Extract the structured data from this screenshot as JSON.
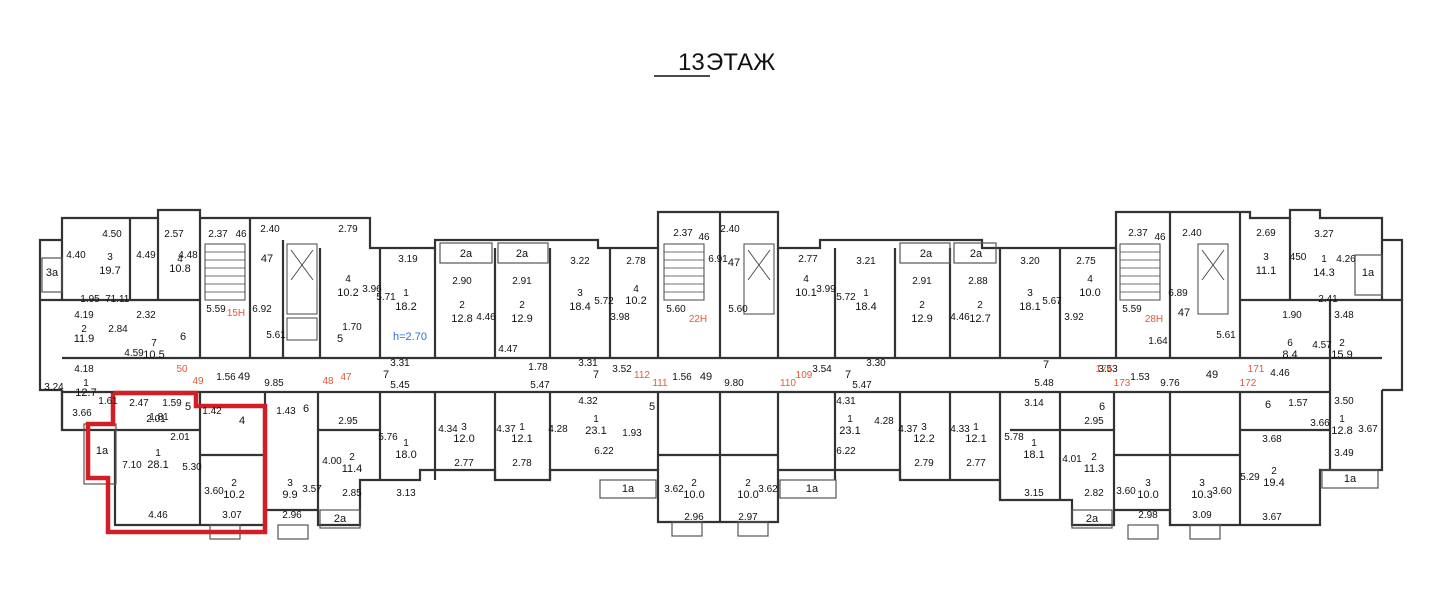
{
  "floor": {
    "number": "13",
    "suffix": " ЭТАЖ"
  },
  "highlight_color": "#d21f26",
  "labels": {
    "l_450a": "4.50",
    "l_257a": "2.57",
    "l_237a": "2.37",
    "l_46a": "46",
    "l_240a": "2.40",
    "l_440": "4.40",
    "l_3a": "3а",
    "l_19_7": "19.7",
    "l_3_r1": "3",
    "l_4_r1": "4",
    "l_10_8": "10.8",
    "l_449": "4.49",
    "l_448": "4.48",
    "l_559a": "5.59",
    "l_15n": "15Н",
    "l_692": "6.92",
    "l_47a": "47",
    "l_561a": "5.61",
    "l_195": "1.95",
    "l_711": "7",
    "l_111": "1.11",
    "l_279a": "2.79",
    "l_319a": "3.19",
    "l_2a_1": "2а",
    "l_2a_2": "2а",
    "l_102a": "10.2",
    "l_4a": "4",
    "l_396": "3.96",
    "l_571": "5.71",
    "l_1_18_2": "1",
    "l_18_2": "18.2",
    "l_h": "h=2.70",
    "l_290": "2.90",
    "l_291": "2.91",
    "l_322": "3.22",
    "l_278a": "2.78",
    "l_128": "12.8",
    "l_2_128": "2",
    "l_446a": "4.46",
    "l_129a": "12.9",
    "l_2_129a": "2",
    "l_184a": "18.4",
    "l_3_184a": "3",
    "l_572a": "5.72",
    "l_102b": "10.2",
    "l_4_102b": "4",
    "l_398": "3.98",
    "l_419": "4.19",
    "l_2_119": "2",
    "l_119": "11.9",
    "l_284": "2.84",
    "l_232": "2.32",
    "l_7_105": "7",
    "l_105": "10.5",
    "l_459": "4.59",
    "l_6a": "6",
    "l_5a": "5",
    "l_170a": "1.70",
    "l_331a": "3.31",
    "l_447": "4.47",
    "l_178a": "1.78",
    "l_547a": "5.47",
    "l_7a": "7",
    "l_352": "3.52",
    "l_331b": "3.31",
    "l_418": "4.18",
    "l_1_127": "1",
    "l_127": "12.7",
    "l_324": "3.24",
    "l_161": "1.61",
    "l_366a": "3.66",
    "l_50": "50",
    "l_49a": "49",
    "l_156a": "1.56",
    "l_49b": "49",
    "l_985": "9.85",
    "l_48": "48",
    "l_47b": "47",
    "l_7b": "7",
    "l_545": "5.45",
    "l_112": "112",
    "l_111r": "111",
    "l_247": "2.47",
    "l_181": "1.81",
    "l_5b": "5",
    "l_159a": "1.59",
    "l_142a": "1.42",
    "l_201a": "2.01",
    "l_201b": "2.01",
    "l_1a_l": "1а",
    "l_710": "7.10",
    "l_1_281": "1",
    "l_281": "28.1",
    "l_530": "5.30",
    "l_360a": "3.60",
    "l_2_102": "2",
    "l_102c": "10.2",
    "l_446b": "4.46",
    "l_307": "3.07",
    "l_4b": "4",
    "l_143a": "1.43",
    "l_6b": "6",
    "l_295a": "2.95",
    "l_576": "5.76",
    "l_1_180": "1",
    "l_180": "18.0",
    "l_434": "4.34",
    "l_3_120": "3",
    "l_120": "12.0",
    "l_437a": "4.37",
    "l_1_121": "1",
    "l_121a": "12.1",
    "l_428a": "4.28",
    "l_432": "4.32",
    "l_1_231a": "1",
    "l_231a": "23.1",
    "l_400": "4.00",
    "l_2_114": "2",
    "l_114": "11.4",
    "l_3_99": "3",
    "l_99": "9.9",
    "l_357": "3.57",
    "l_285": "2.85",
    "l_313": "3.13",
    "l_277a": "2.77",
    "l_278b": "2.78",
    "l_622a": "6.22",
    "l_296a": "2.96",
    "l_2a_b1": "2а",
    "l_1a_b1": "1а",
    "l_193": "1.93",
    "l_5c": "5",
    "l_237b": "2.37",
    "l_46b": "46",
    "l_240b": "2.40",
    "l_691": "6.91",
    "l_47c": "47",
    "l_277b": "2.77",
    "l_321": "3.21",
    "l_2a_3": "2а",
    "l_2a_4": "2а",
    "l_560a": "5.60",
    "l_22n": "22Н",
    "l_560b": "5.60",
    "l_101": "10.1",
    "l_4_101": "4",
    "l_399": "3.99",
    "l_572b": "5.72",
    "l_184b": "18.4",
    "l_1_184b": "1",
    "l_291b": "2.91",
    "l_2_129b": "2",
    "l_129b": "12.9",
    "l_446c": "4.46",
    "l_288": "2.88",
    "l_2_127b": "2",
    "l_127b": "12.7",
    "l_156b": "1.56",
    "l_49c": "49",
    "l_980": "9.80",
    "l_110": "110",
    "l_109": "109",
    "l_354": "3.54",
    "l_7c": "7",
    "l_330": "3.30",
    "l_547b": "5.47",
    "l_431": "4.31",
    "l_1_231b": "1",
    "l_231b": "23.1",
    "l_428b": "4.28",
    "l_622b": "6.22",
    "l_437b": "4.37",
    "l_3_122": "3",
    "l_122": "12.2",
    "l_433": "4.33",
    "l_1_121b": "1",
    "l_121b": "12.1",
    "l_279b": "2.79",
    "l_277c": "2.77",
    "l_362a": "3.62",
    "l_2_100a": "2",
    "l_100a": "10.0",
    "l_362b": "3.62",
    "l_2_100b": "2",
    "l_100b": "10.0",
    "l_296b": "2.96",
    "l_297": "2.97",
    "l_1a_b2": "1а",
    "l_1a_b3": "1а",
    "l_320": "3.20",
    "l_275": "2.75",
    "l_3_181": "3",
    "l_181b": "18.1",
    "l_567": "5.67",
    "l_4_100": "4",
    "l_100c": "10.0",
    "l_392": "3.92",
    "l_237c": "2.37",
    "l_46c": "46",
    "l_240c": "2.40",
    "l_559b": "5.59",
    "l_689": "6.89",
    "l_47d": "47",
    "l_28n": "28Н",
    "l_561b": "5.61",
    "l_269": "2.69",
    "l_327": "3.27",
    "l_3_111": "3",
    "l_111b": "11.1",
    "l_450b": "450",
    "l_1_143": "1",
    "l_143": "14.3",
    "l_426": "4.26",
    "l_1a_r": "1а",
    "l_241": "2.41",
    "l_190": "1.90",
    "l_348": "3.48",
    "l_6_84": "6",
    "l_84": "8.4",
    "l_457": "4.57",
    "l_2_159": "2",
    "l_159": "15.9",
    "l_164": "1.64",
    "l_548": "5.48",
    "l_353": "3.53",
    "l_174": "174",
    "l_173": "173",
    "l_153": "1.53",
    "l_976": "9.76",
    "l_49d": "49",
    "l_171": "171",
    "l_172": "172",
    "l_446d": "4.46",
    "l_314": "3.14",
    "l_6c": "6",
    "l_295b": "2.95",
    "l_578": "5.78",
    "l_1_181c": "1",
    "l_181c": "18.1",
    "l_401": "4.01",
    "l_2_113": "2",
    "l_113": "11.3",
    "l_315": "3.15",
    "l_282": "2.82",
    "l_360b": "3.60",
    "l_3_100": "3",
    "l_100d": "10.0",
    "l_3_103": "3",
    "l_103": "10.3",
    "l_360c": "3.60",
    "l_298": "2.98",
    "l_309": "3.09",
    "l_368": "3.68",
    "l_529": "5.29",
    "l_2_194": "2",
    "l_194": "19.4",
    "l_367": "3.67",
    "l_350": "3.50",
    "l_366b": "3.66",
    "l_1_128": "1",
    "l_128b": "12.8",
    "l_367b": "3.67",
    "l_349": "3.49",
    "l_157": "1.57",
    "l_6d": "6",
    "l_2a_b2": "2а",
    "l_1a_b4": "1а",
    "l_7d": "7"
  }
}
